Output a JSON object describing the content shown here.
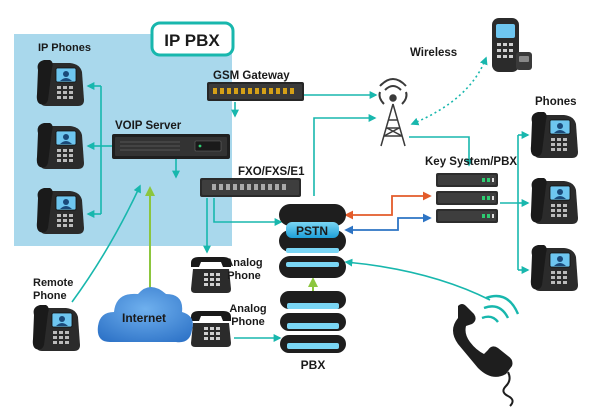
{
  "labels": {
    "title": "IP PBX",
    "ip_phones": "IP Phones",
    "gsm_gateway": "GSM Gateway",
    "voip_server": "VOIP Server",
    "fxo": "FXO/FXS/E1",
    "wireless": "Wireless",
    "phones": "Phones",
    "key_system": "Key System/PBX",
    "pstn": "PSTN",
    "pbx": "PBX",
    "remote_phone_1": "Remote",
    "remote_phone_2": "Phone",
    "internet": "Internet",
    "analog1_line1": "Analog",
    "analog1_line2": "Phone",
    "analog2_line1": "Analog",
    "analog2_line2": "Phone"
  },
  "colors": {
    "panel": "#a9d8ec",
    "teal": "#18b7ad",
    "green": "#8cc63e",
    "orange": "#e35b2a",
    "blue": "#2d74c4",
    "cloud": "#4a8fd8",
    "device": "#2b2b2b"
  },
  "icons": {
    "phone": "desk-ip-phone-icon",
    "server": "rack-server-icon",
    "tower": "wireless-tower-icon",
    "handset": "handset-icon",
    "cloud": "internet-cloud-icon"
  }
}
